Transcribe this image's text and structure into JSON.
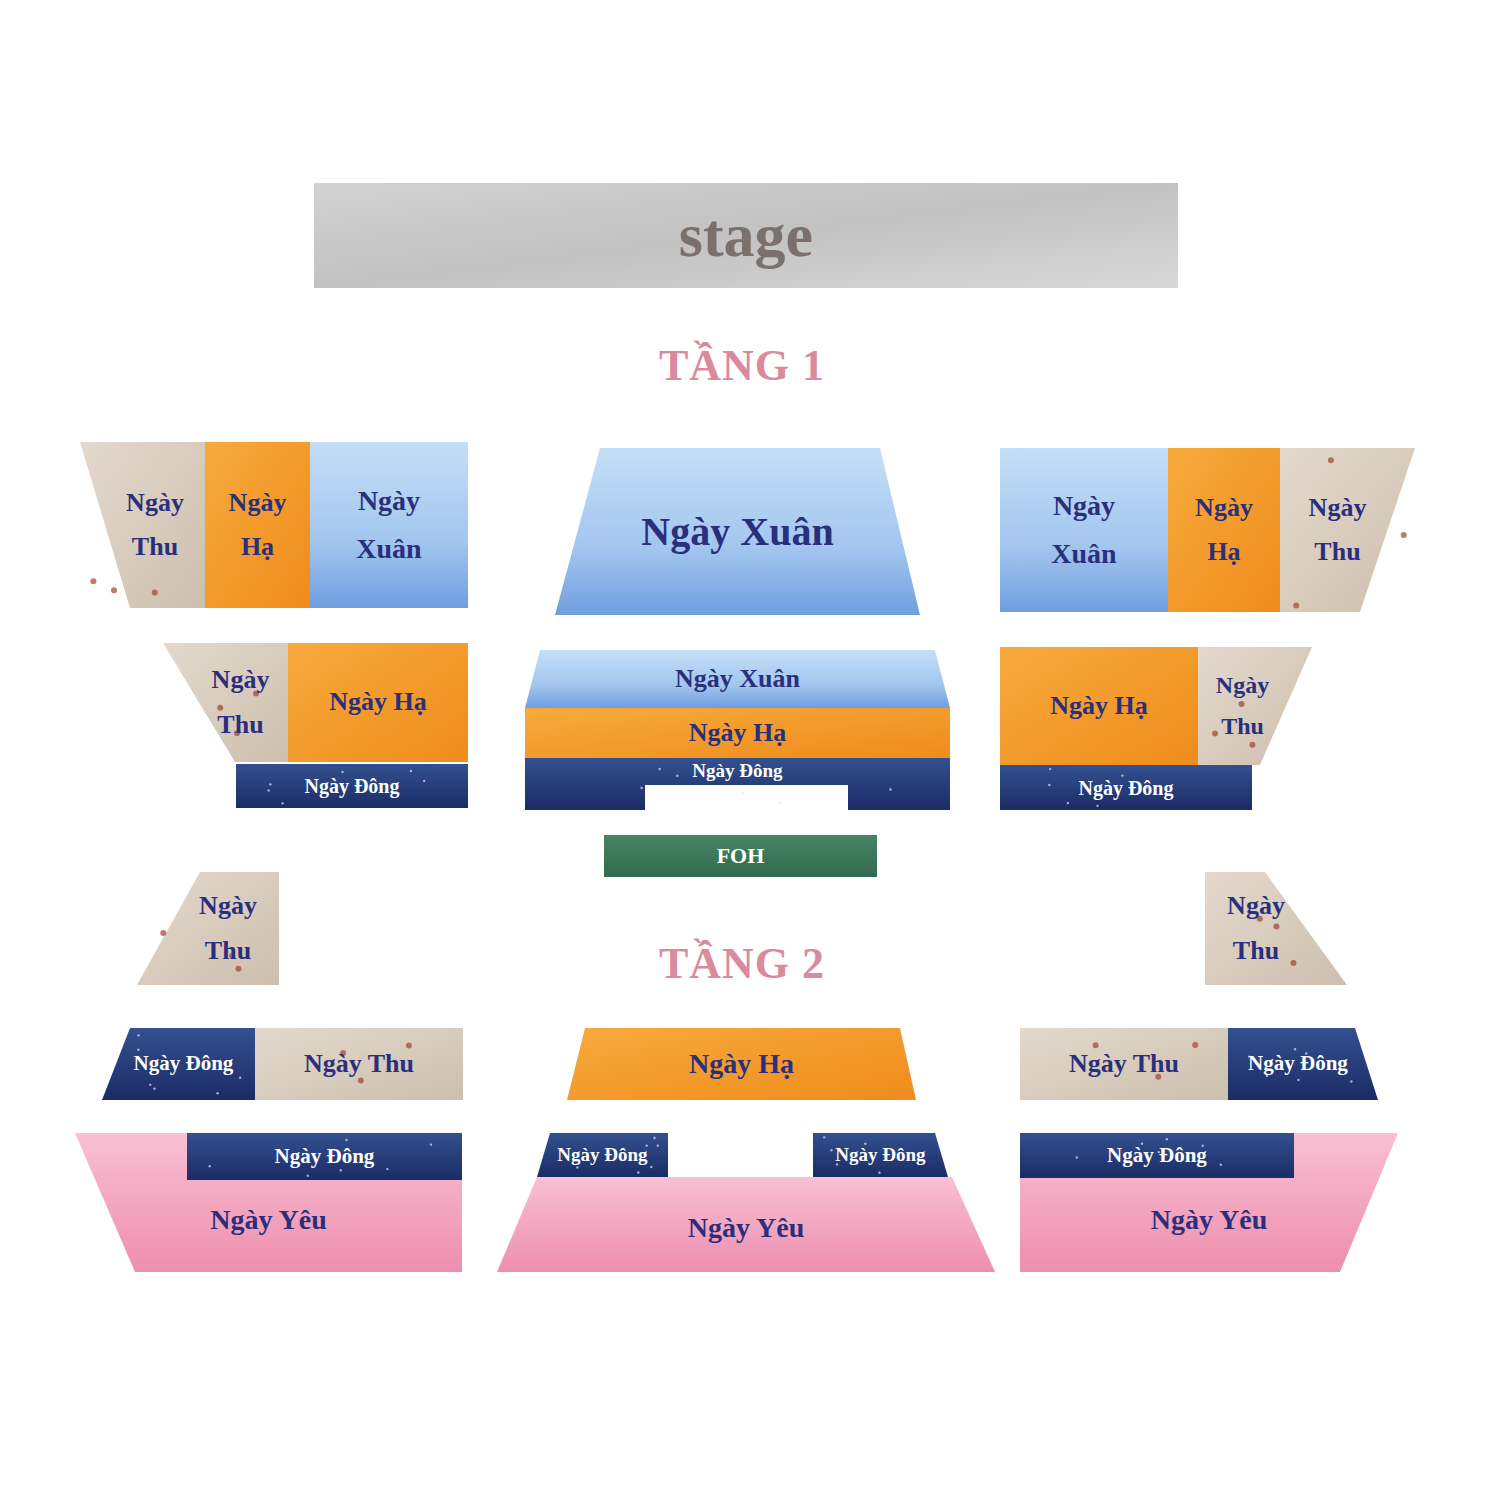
{
  "diagram": {
    "nodes": [
      {
        "text": [
          "stage"
        ]
      },
      {
        "text": [
          "Ngày Thu"
        ]
      },
      {
        "text": [
          "Ngày Hạ"
        ]
      },
      {
        "text": [
          "Ngày Xuân"
        ]
      },
      {
        "text": [
          "Ngày Xuân"
        ]
      },
      {
        "text": [
          "Ngày Xuân"
        ]
      },
      {
        "text": [
          "Ngày Hạ"
        ]
      },
      {
        "text": [
          "Ngày Thu"
        ]
      },
      {
        "text": [
          "Ngày Thu"
        ]
      },
      {
        "text": [
          "Ngày Hạ"
        ]
      },
      {
        "text": [
          "Ngày Xuân"
        ]
      },
      {
        "text": [
          "Ngày Hạ"
        ]
      },
      {
        "text": [
          "Ngày Thu"
        ]
      },
      {
        "text": [
          "Ngày Hạ"
        ]
      },
      {
        "text": [
          "Ngày Đông"
        ]
      },
      {
        "text": [
          "Ngày Đông"
        ]
      },
      {
        "text": [
          "Ngày Đông"
        ]
      },
      {
        "text": [
          "FOH"
        ]
      },
      {
        "text": [
          "Ngày Thu"
        ]
      },
      {
        "text": [
          "Ngày Thu"
        ]
      },
      {
        "text": [
          "Ngày Đông"
        ]
      },
      {
        "text": [
          "Ngày Thu"
        ]
      },
      {
        "text": [
          "Ngày Hạ"
        ]
      },
      {
        "text": [
          "Ngày Thu"
        ]
      },
      {
        "text": [
          "Ngày Đông"
        ]
      },
      {
        "text": [
          "Ngày Đông"
        ]
      },
      {
        "text": [
          "Ngày Đông"
        ]
      },
      {
        "text": [
          "Ngày Đông"
        ]
      },
      {
        "text": [
          "Ngày Đông"
        ]
      },
      {
        "text": [
          "Ngày Yêu"
        ]
      },
      {
        "text": [
          "Ngày Yêu"
        ]
      },
      {
        "text": [
          "Ngày Yêu"
        ]
      }
    ],
    "labels": [
      "TẦNG 1",
      "TẦNG 2"
    ]
  }
}
